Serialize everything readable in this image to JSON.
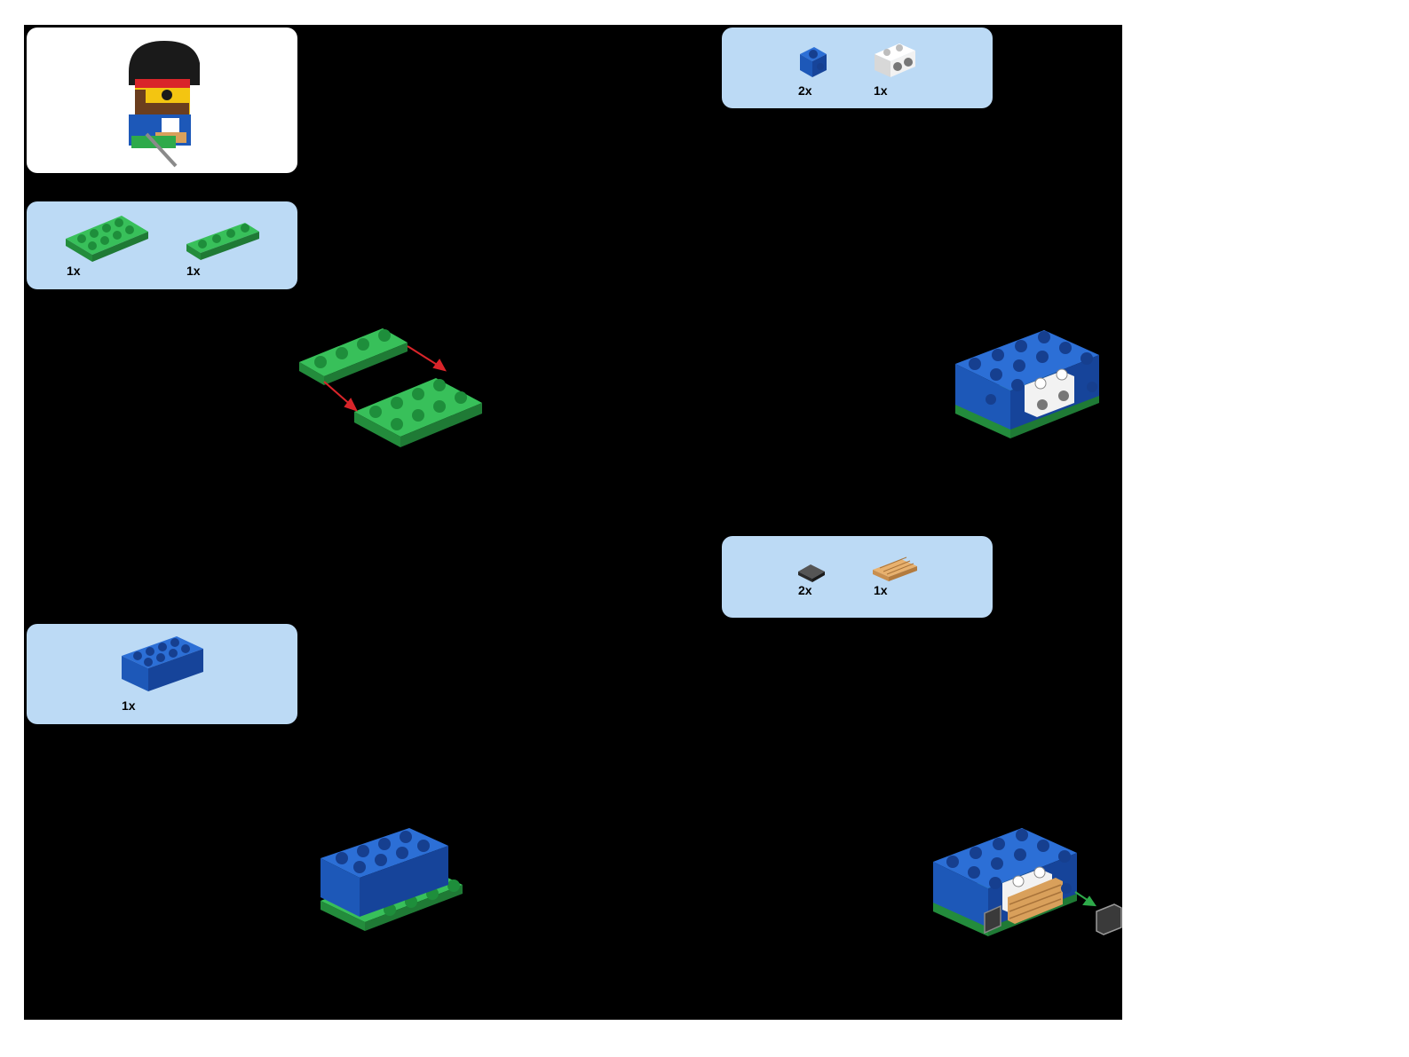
{
  "colors": {
    "page": "#000000",
    "callout": "#bcdaf5",
    "green": "#2eaa4a",
    "blue": "#1d58b8",
    "white_brick": "#f2f2f2",
    "tan": "#d9a05b",
    "dark_tile": "#3a3a3a",
    "arrow": "#d9252a"
  },
  "preview": {
    "icon": "pirate-brickheadz-icon"
  },
  "parts_lists": [
    {
      "id": "step1",
      "items": [
        {
          "icon": "green-plate-2x4-icon",
          "qty": "1x"
        },
        {
          "icon": "green-plate-1x4-icon",
          "qty": "1x"
        }
      ]
    },
    {
      "id": "step2",
      "items": [
        {
          "icon": "blue-brick-2x4-icon",
          "qty": "1x"
        }
      ]
    },
    {
      "id": "step3",
      "items": [
        {
          "icon": "blue-brick-1x1-stud-icon",
          "qty": "2x"
        },
        {
          "icon": "white-brick-1x2-studs-icon",
          "qty": "1x"
        }
      ]
    },
    {
      "id": "step4",
      "items": [
        {
          "icon": "dark-tile-1x1-icon",
          "qty": "2x"
        },
        {
          "icon": "tan-plank-tile-icon",
          "qty": "1x"
        }
      ]
    }
  ]
}
